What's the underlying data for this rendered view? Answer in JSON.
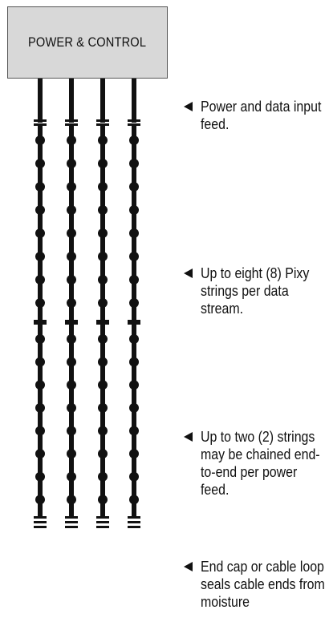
{
  "control_box": {
    "label": "POWER &  CONTROL"
  },
  "strings": {
    "count": 4,
    "segments_per_string": 2,
    "pixels_per_segment": 8
  },
  "notes": [
    {
      "text": "Power and data input feed."
    },
    {
      "text": "Up to eight (8) Pixy strings per data stream."
    },
    {
      "text": "Up to two (2) strings may be chained end-to-end per power feed."
    },
    {
      "text": "End cap or cable loop seals cable ends from moisture"
    }
  ],
  "colors": {
    "line": "#111111",
    "box_fill": "#d8d8d8",
    "box_border": "#555555"
  }
}
